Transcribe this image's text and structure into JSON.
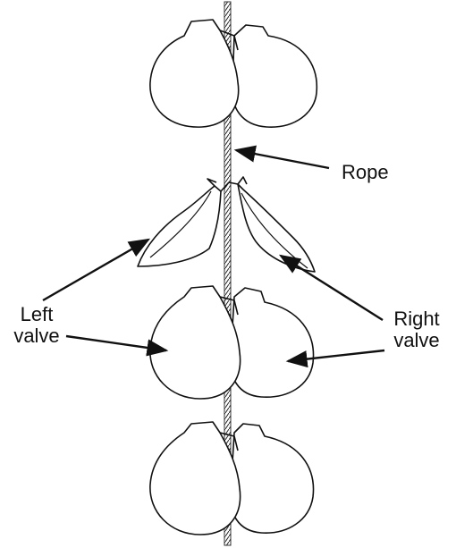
{
  "labels": {
    "rope": "Rope",
    "left_valve": [
      "Left",
      "valve"
    ],
    "right_valve": [
      "Right",
      "valve"
    ]
  },
  "colors": {
    "ink": "#111111",
    "background": "#ffffff"
  }
}
